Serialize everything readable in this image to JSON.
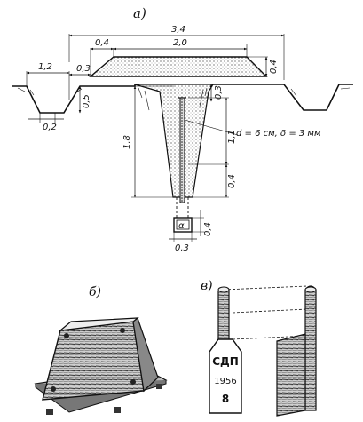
{
  "figure": {
    "panels": [
      {
        "label": "а)"
      },
      {
        "label": "б)"
      },
      {
        "label": "в)"
      }
    ],
    "dimensions": {
      "top_width": "3,4",
      "bench_width": "2,0",
      "shoulder_left": "0,4",
      "shoulder_right": "0,4",
      "ditch_width": "1,2",
      "berm": "0,3",
      "ditch_depth": "0,5",
      "ditch_bottom": "0,2",
      "right_ground": "0,3",
      "core_depth": "1,8",
      "core_upper": "1,1",
      "core_lower": "0,4",
      "post_note": "d = 6 см, δ = 3 мм",
      "base_height": "0,4",
      "base_width": "0,3",
      "base_mark": "α"
    },
    "marker": {
      "line1": "СДП",
      "line2": "1956",
      "line3": "8"
    }
  }
}
